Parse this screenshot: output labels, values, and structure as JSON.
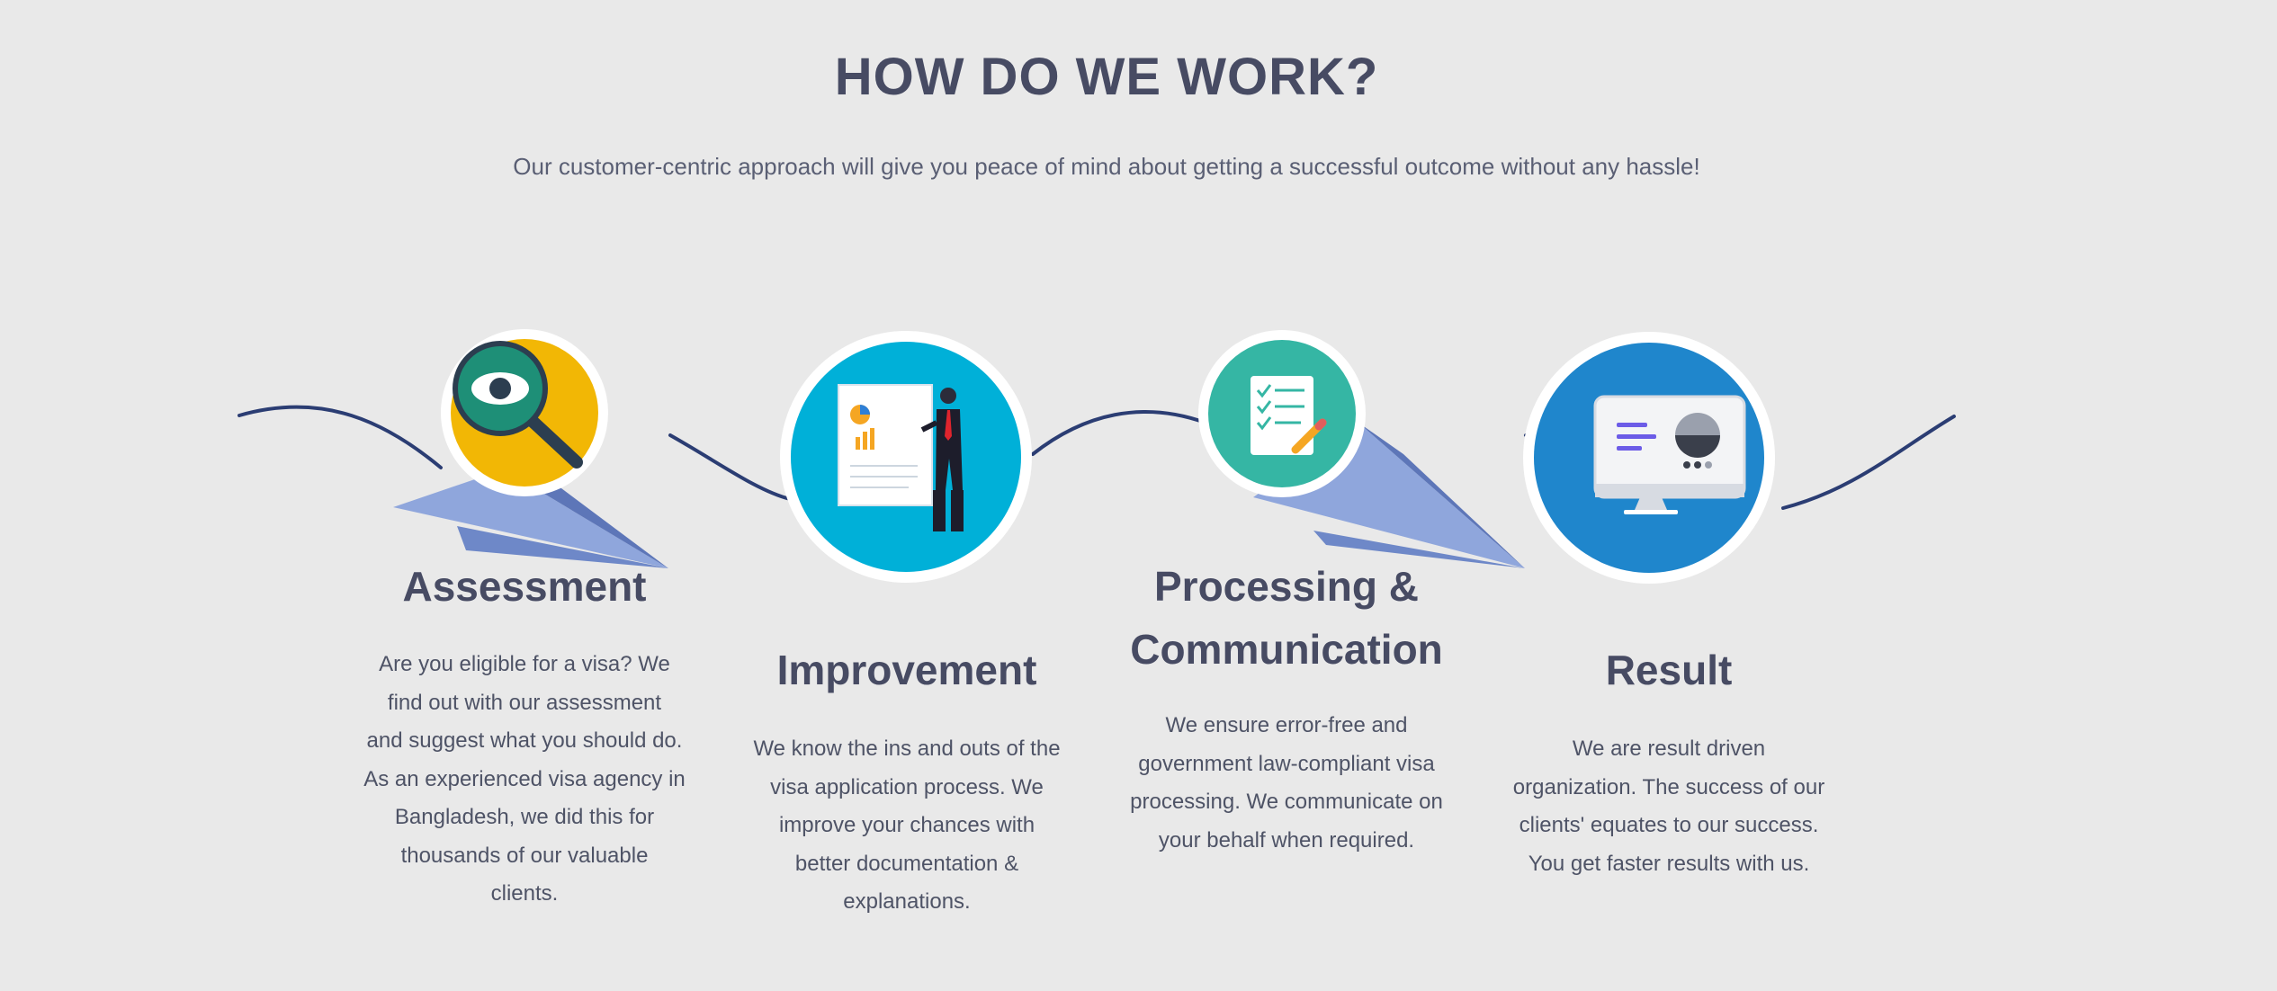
{
  "section": {
    "heading": "HOW DO WE WORK?",
    "subtitle": "Our customer-centric approach will give you peace of mind about getting a successful outcome without any hassle!"
  },
  "colors": {
    "background": "#e9e9e9",
    "heading": "#474b63",
    "curve": "#2b3d73",
    "plane": "#7f97d1",
    "assessment_bg": "#f2b705",
    "improvement_bg": "#00b0d8",
    "processing_bg": "#35b6a4",
    "result_bg": "#1f86cc"
  },
  "steps": [
    {
      "title": "Assessment",
      "icon": "magnifier-eye-icon",
      "lines": [
        "Are you eligible for a visa? We",
        "find out with our assessment",
        "and suggest what you should do.",
        "As an experienced visa agency in",
        "Bangladesh, we did this for",
        "thousands of our valuable",
        "clients."
      ]
    },
    {
      "title": "Improvement",
      "icon": "presentation-businessman-icon",
      "lines": [
        "We know the ins and outs of the",
        "visa application process. We",
        "improve your chances with",
        "better documentation &",
        "explanations."
      ]
    },
    {
      "title_lines": [
        "Processing &",
        "Communication"
      ],
      "icon": "checklist-pencil-icon",
      "lines": [
        "We ensure error-free and",
        "government law-compliant visa",
        "processing. We communicate on",
        "your behalf when required."
      ]
    },
    {
      "title": "Result",
      "icon": "monitor-chart-icon",
      "lines": [
        "We are result driven",
        "organization. The success of our",
        "clients' equates to our success.",
        "You get faster results with us."
      ]
    }
  ]
}
